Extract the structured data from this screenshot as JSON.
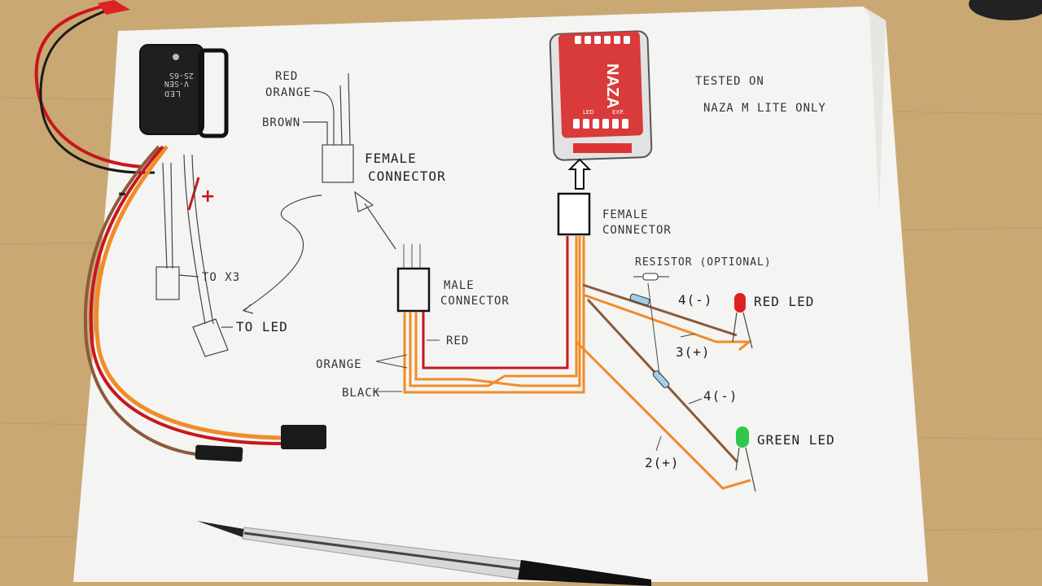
{
  "colors": {
    "table": "#c9a874",
    "paper": "#f4f4f2",
    "red_wire": "#c8161d",
    "orange_wire": "#f08c28",
    "brown_wire": "#8c5a3c",
    "black_wire": "#1a1a1a",
    "naza_body": "#d93a3a",
    "red_led": "#e02020",
    "green_led": "#2ec84a",
    "resistor": "#9fd0e8"
  },
  "notes": {
    "tested_on_line1": "TESTED ON",
    "tested_on_line2": "NAZA M LITE ONLY"
  },
  "left_wiring": {
    "red": "RED",
    "orange": "ORANGE",
    "brown": "BROWN",
    "female_connector_line1": "FEMALE",
    "female_connector_line2": "CONNECTOR",
    "to_x3": "TO X3",
    "to_led": "TO LED"
  },
  "center_wiring": {
    "male_connector_line1": "MALE",
    "male_connector_line2": "CONNECTOR",
    "red": "RED",
    "orange": "ORANGE",
    "black": "BLACK"
  },
  "naza": {
    "female_connector_line1": "FEMALE",
    "female_connector_line2": "CONNECTOR",
    "logo": "NAZA",
    "led_label": "LED",
    "exp_label": "EXP."
  },
  "right_wiring": {
    "resistor_label": "RESISTOR (OPTIONAL)",
    "red_led": "RED LED",
    "green_led": "GREEN LED",
    "pin4_top": "4(-)",
    "pin3": "3(+)",
    "pin4_bottom": "4(-)",
    "pin2": "2(+)"
  },
  "vsen_module": {
    "label_left": "LED",
    "label_mid": "V-SEN",
    "label_right": "2S-6S",
    "minus": "-",
    "plus": "+"
  }
}
